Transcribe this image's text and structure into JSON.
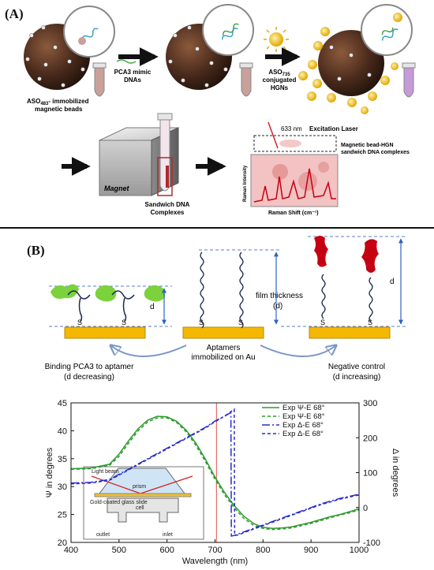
{
  "panel_a": {
    "label": "(A)",
    "beads_label_line1": "ASO",
    "beads_label_sub1": "483",
    "beads_label_rest1": "- immobilized",
    "beads_label_line2": "magnetic beads",
    "step1_line1": "PCA3 mimic",
    "step1_line2": "DNAs",
    "step2_line1": "ASO",
    "step2_sub": "735",
    "step2_line2": "conjugated",
    "step2_line3": "HGNs",
    "magnet_label": "Magnet",
    "sandwich_line1": "Sandwich DNA",
    "sandwich_line2": "Complexes",
    "laser_wavelength": "633 nm",
    "laser_label": "Excitation Laser",
    "complex_line1": "Magnetic bead-HGN",
    "complex_line2": "sandwich DNA complexes",
    "raman_ylabel": "Raman Intensity",
    "raman_xlabel": "Raman Shift (cm⁻¹)"
  },
  "panel_b": {
    "label": "(B)",
    "d_left": "d",
    "d_right": "d",
    "film_line1": "film thickness",
    "film_line2": "(d)",
    "s_label": "S",
    "aptamer_line1": "Aptamers",
    "aptamer_line2": "immobilized on Au",
    "binding_line1": "Binding PCA3 to aptamer",
    "binding_line2": "(d decreasing)",
    "negative_line1": "Negative control",
    "negative_line2": "(d increasing)"
  },
  "inset": {
    "light_beam": "Light beam",
    "prism": "prism",
    "slide": "Gold-coated  glass slide",
    "cell": "cell",
    "outlet": "outlet",
    "inlet": "inlet"
  },
  "colors": {
    "bead": "#4a2a1c",
    "gold": "#f5b800",
    "green": "#2e9a2e",
    "blue": "#2a2ad0",
    "red": "#c40012",
    "protein_green": "#7cd23c",
    "dashed_blue": "#5a7ccc"
  },
  "chart_data": {
    "type": "line",
    "xlabel": "Wavelength (nm)",
    "ylabel": "Ψ in degrees",
    "y2label": "Δ in degrees",
    "xlim": [
      400,
      1000
    ],
    "ylim": [
      20,
      45
    ],
    "y2lim": [
      -100,
      300
    ],
    "x_ticks": [
      400,
      500,
      600,
      700,
      800,
      900,
      1000
    ],
    "y_ticks": [
      20,
      25,
      30,
      35,
      40,
      45
    ],
    "y2_ticks": [
      -100,
      0,
      100,
      200,
      300
    ],
    "vline_x": 703,
    "legend_position": "top-right",
    "series": [
      {
        "name": "Exp Ψ-E 68°",
        "axis": "left",
        "style": "solid",
        "color": "#2e9a2e",
        "x": [
          400,
          440,
          480,
          500,
          520,
          540,
          560,
          580,
          600,
          620,
          640,
          660,
          680,
          700,
          720,
          740,
          760,
          780,
          800,
          820,
          840,
          860,
          880,
          900,
          920,
          940,
          960,
          980,
          1000
        ],
        "y": [
          33.2,
          33.3,
          34.0,
          35.8,
          38.2,
          40.4,
          41.9,
          42.6,
          42.5,
          41.7,
          40.1,
          37.8,
          34.9,
          31.7,
          28.9,
          26.6,
          24.7,
          23.4,
          22.7,
          22.5,
          22.6,
          22.8,
          23.2,
          23.6,
          24.1,
          24.6,
          25.0,
          25.5,
          26.0
        ]
      },
      {
        "name": "Exp Ψ-E 68°",
        "axis": "left",
        "style": "dashed",
        "color": "#2e9a2e",
        "x": [
          400,
          440,
          480,
          500,
          520,
          540,
          560,
          580,
          600,
          620,
          640,
          660,
          680,
          700,
          720,
          740,
          760,
          780,
          800,
          820,
          840,
          860,
          880,
          900,
          920,
          940,
          960,
          980,
          1000
        ],
        "y": [
          33.1,
          33.2,
          33.8,
          35.4,
          37.8,
          40.0,
          41.6,
          42.3,
          42.3,
          41.5,
          39.8,
          37.4,
          34.5,
          31.3,
          28.5,
          26.2,
          24.3,
          23.1,
          22.5,
          22.3,
          22.4,
          22.6,
          23.0,
          23.4,
          23.9,
          24.4,
          24.9,
          25.3,
          25.8
        ]
      },
      {
        "name": "Exp Δ-E 68°",
        "axis": "right",
        "style": "dashdot",
        "color": "#2a2ad0",
        "x": [
          400,
          440,
          480,
          520,
          560,
          600,
          640,
          680,
          700,
          720,
          733,
          734,
          740,
          760,
          780,
          800,
          820,
          840,
          860,
          880,
          900,
          920,
          940,
          960,
          980,
          1000
        ],
        "y": [
          70,
          72,
          80,
          110,
          140,
          170,
          200,
          230,
          248,
          262,
          272,
          -82,
          -80,
          -70,
          -60,
          -50,
          -40,
          -30,
          -20,
          -10,
          0,
          10,
          18,
          26,
          32,
          38
        ]
      },
      {
        "name": "Exp Δ-E 68°",
        "axis": "right",
        "style": "dashed",
        "color": "#2a2ad0",
        "x": [
          400,
          440,
          480,
          520,
          560,
          600,
          640,
          680,
          700,
          720,
          740,
          741,
          750,
          760,
          780,
          800,
          820,
          840,
          860,
          880,
          900,
          920,
          940,
          960,
          980,
          1000
        ],
        "y": [
          68,
          70,
          78,
          108,
          138,
          168,
          198,
          228,
          246,
          262,
          282,
          -80,
          -78,
          -72,
          -62,
          -52,
          -42,
          -32,
          -22,
          -12,
          -2,
          8,
          16,
          24,
          30,
          36
        ]
      }
    ]
  }
}
